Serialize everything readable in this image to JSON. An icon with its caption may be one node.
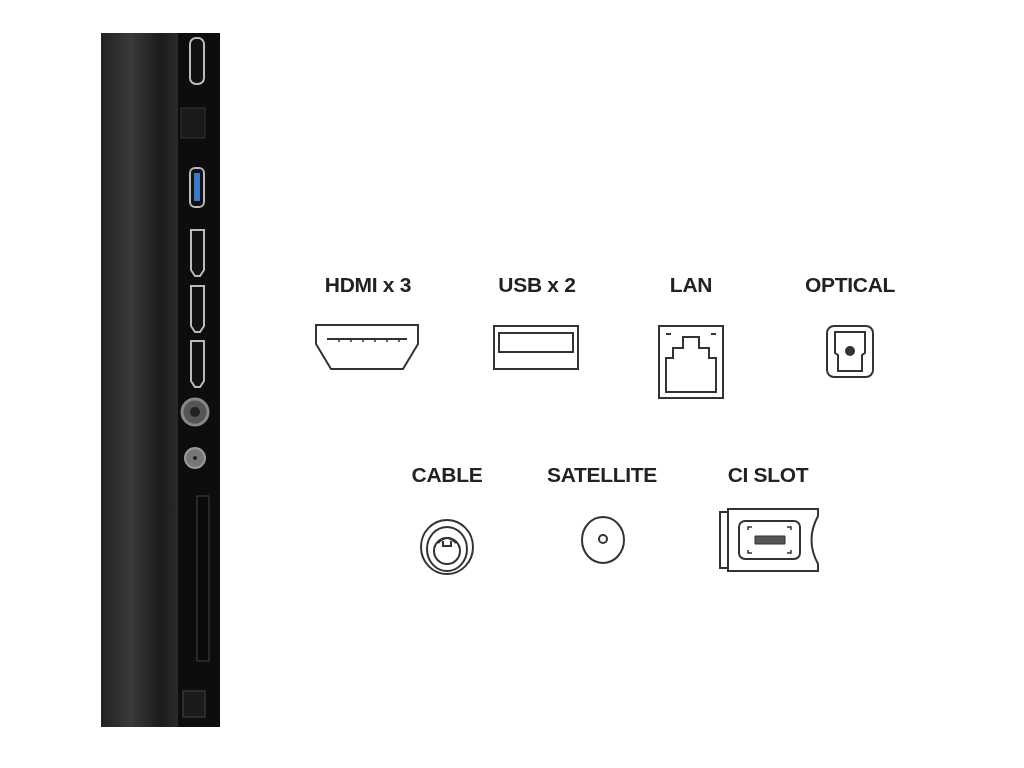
{
  "diagram": {
    "labels": [
      "HDMI x 3",
      "USB x 2",
      "LAN",
      "OPTICAL",
      "CABLE",
      "SATELLITE",
      "CI SLOT"
    ]
  }
}
